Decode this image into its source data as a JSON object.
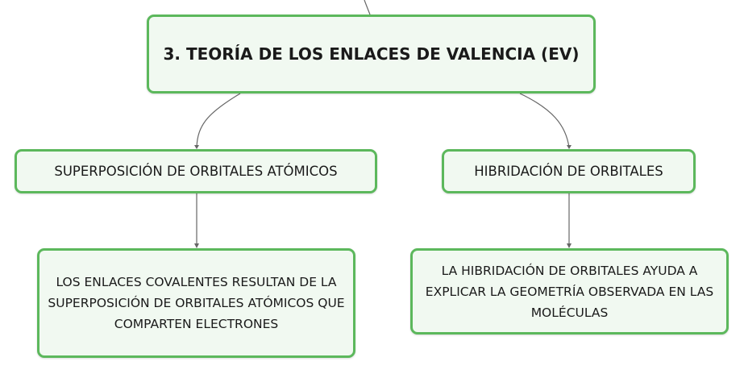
{
  "diagram": {
    "main_topic": "3. TEORÍA DE LOS ENLACES DE VALENCIA (EV)",
    "branches": [
      {
        "title": "SUPERPOSICIÓN DE ORBITALES ATÓMICOS",
        "description": "LOS ENLACES COVALENTES RESULTAN DE LA SUPERPOSICIÓN DE ORBITALES ATÓMICOS QUE COMPARTEN ELECTRONES"
      },
      {
        "title": "HIBRIDACIÓN DE ORBITALES",
        "description": "LA HIBRIDACIÓN DE ORBITALES AYUDA A EXPLICAR LA GEOMETRÍA OBSERVADA EN LAS MOLÉCULAS"
      }
    ]
  },
  "colors": {
    "node_border": "#5cb85c",
    "node_fill": "#f1f9f1",
    "connector": "#666666",
    "text": "#1a1a1a"
  }
}
